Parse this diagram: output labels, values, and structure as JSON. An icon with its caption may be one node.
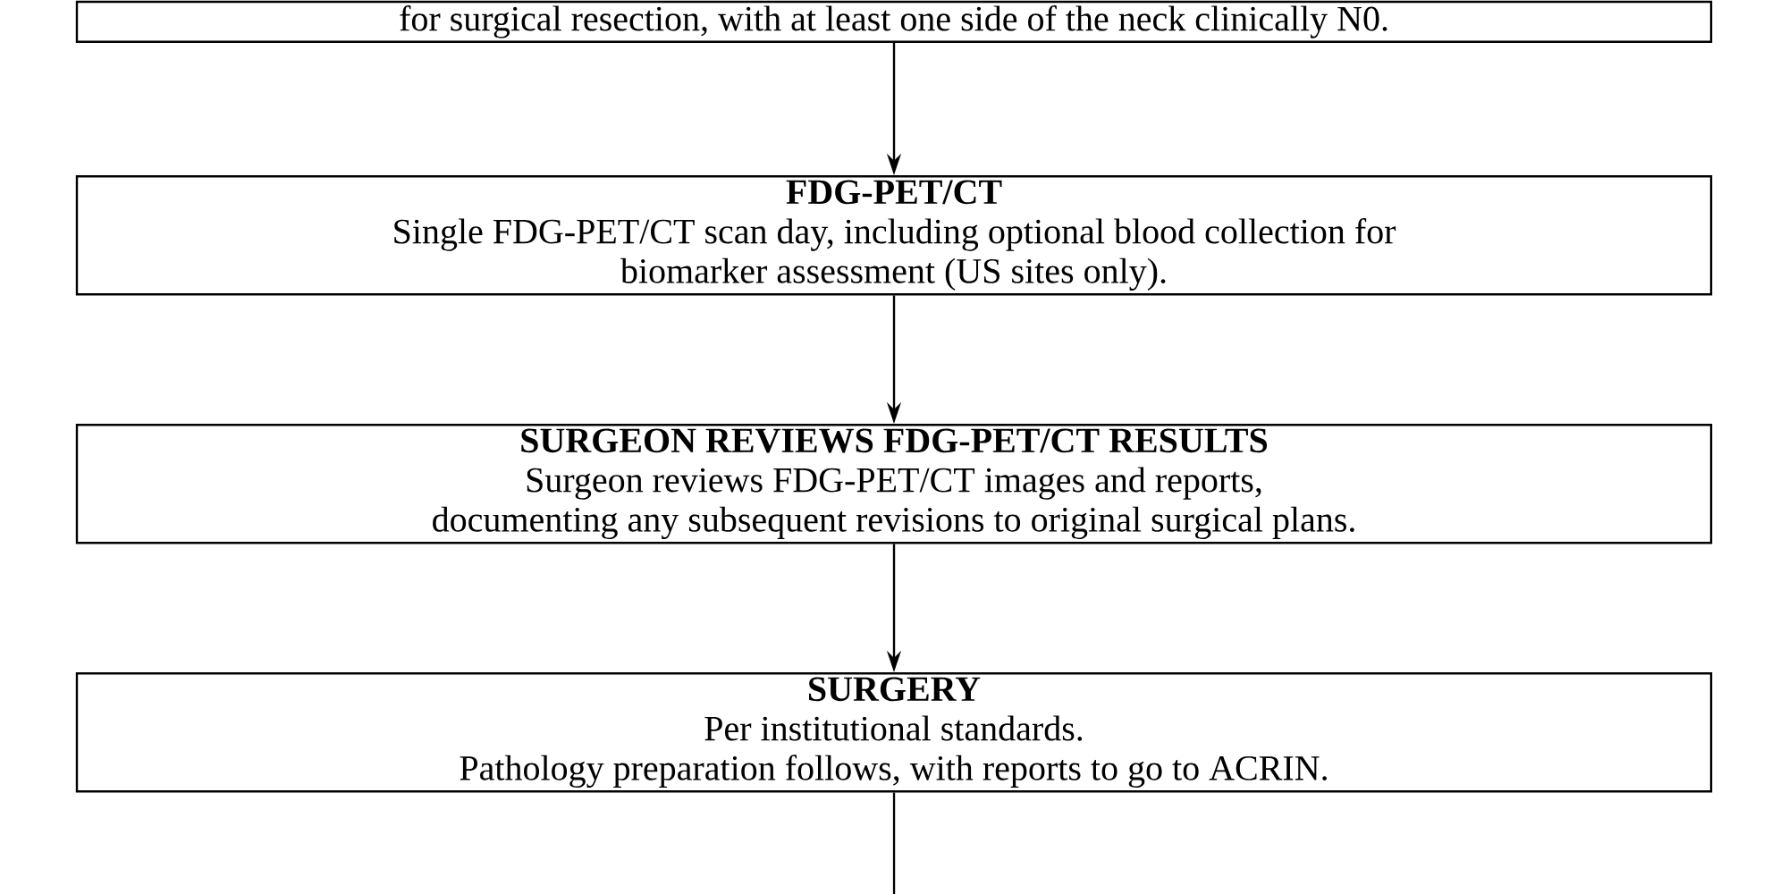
{
  "diagram": {
    "nodes": [
      {
        "text": [
          "for surgical resection, with at least one side of the neck clinically N0."
        ]
      },
      {
        "text": [
          "FDG-PET/CT",
          "Single FDG-PET/CT scan day, including optional blood collection for biomarker assessment (US sites only)."
        ]
      },
      {
        "text": [
          "SURGEON REVIEWS FDG-PET/CT RESULTS",
          "Surgeon reviews FDG-PET/CT images and reports, documenting any subsequent revisions to original surgical plans."
        ]
      },
      {
        "text": [
          "SURGERY",
          "Per institutional standards.",
          "Pathology preparation follows, with reports to go to ACRIN."
        ]
      }
    ],
    "edges": [
      {
        "from": 0,
        "to": 1,
        "arrow": "to"
      },
      {
        "from": 1,
        "to": 2,
        "arrow": "to"
      },
      {
        "from": 2,
        "to": 3,
        "arrow": "to"
      },
      {
        "from": 3,
        "to": null,
        "arrow": "none"
      }
    ]
  }
}
